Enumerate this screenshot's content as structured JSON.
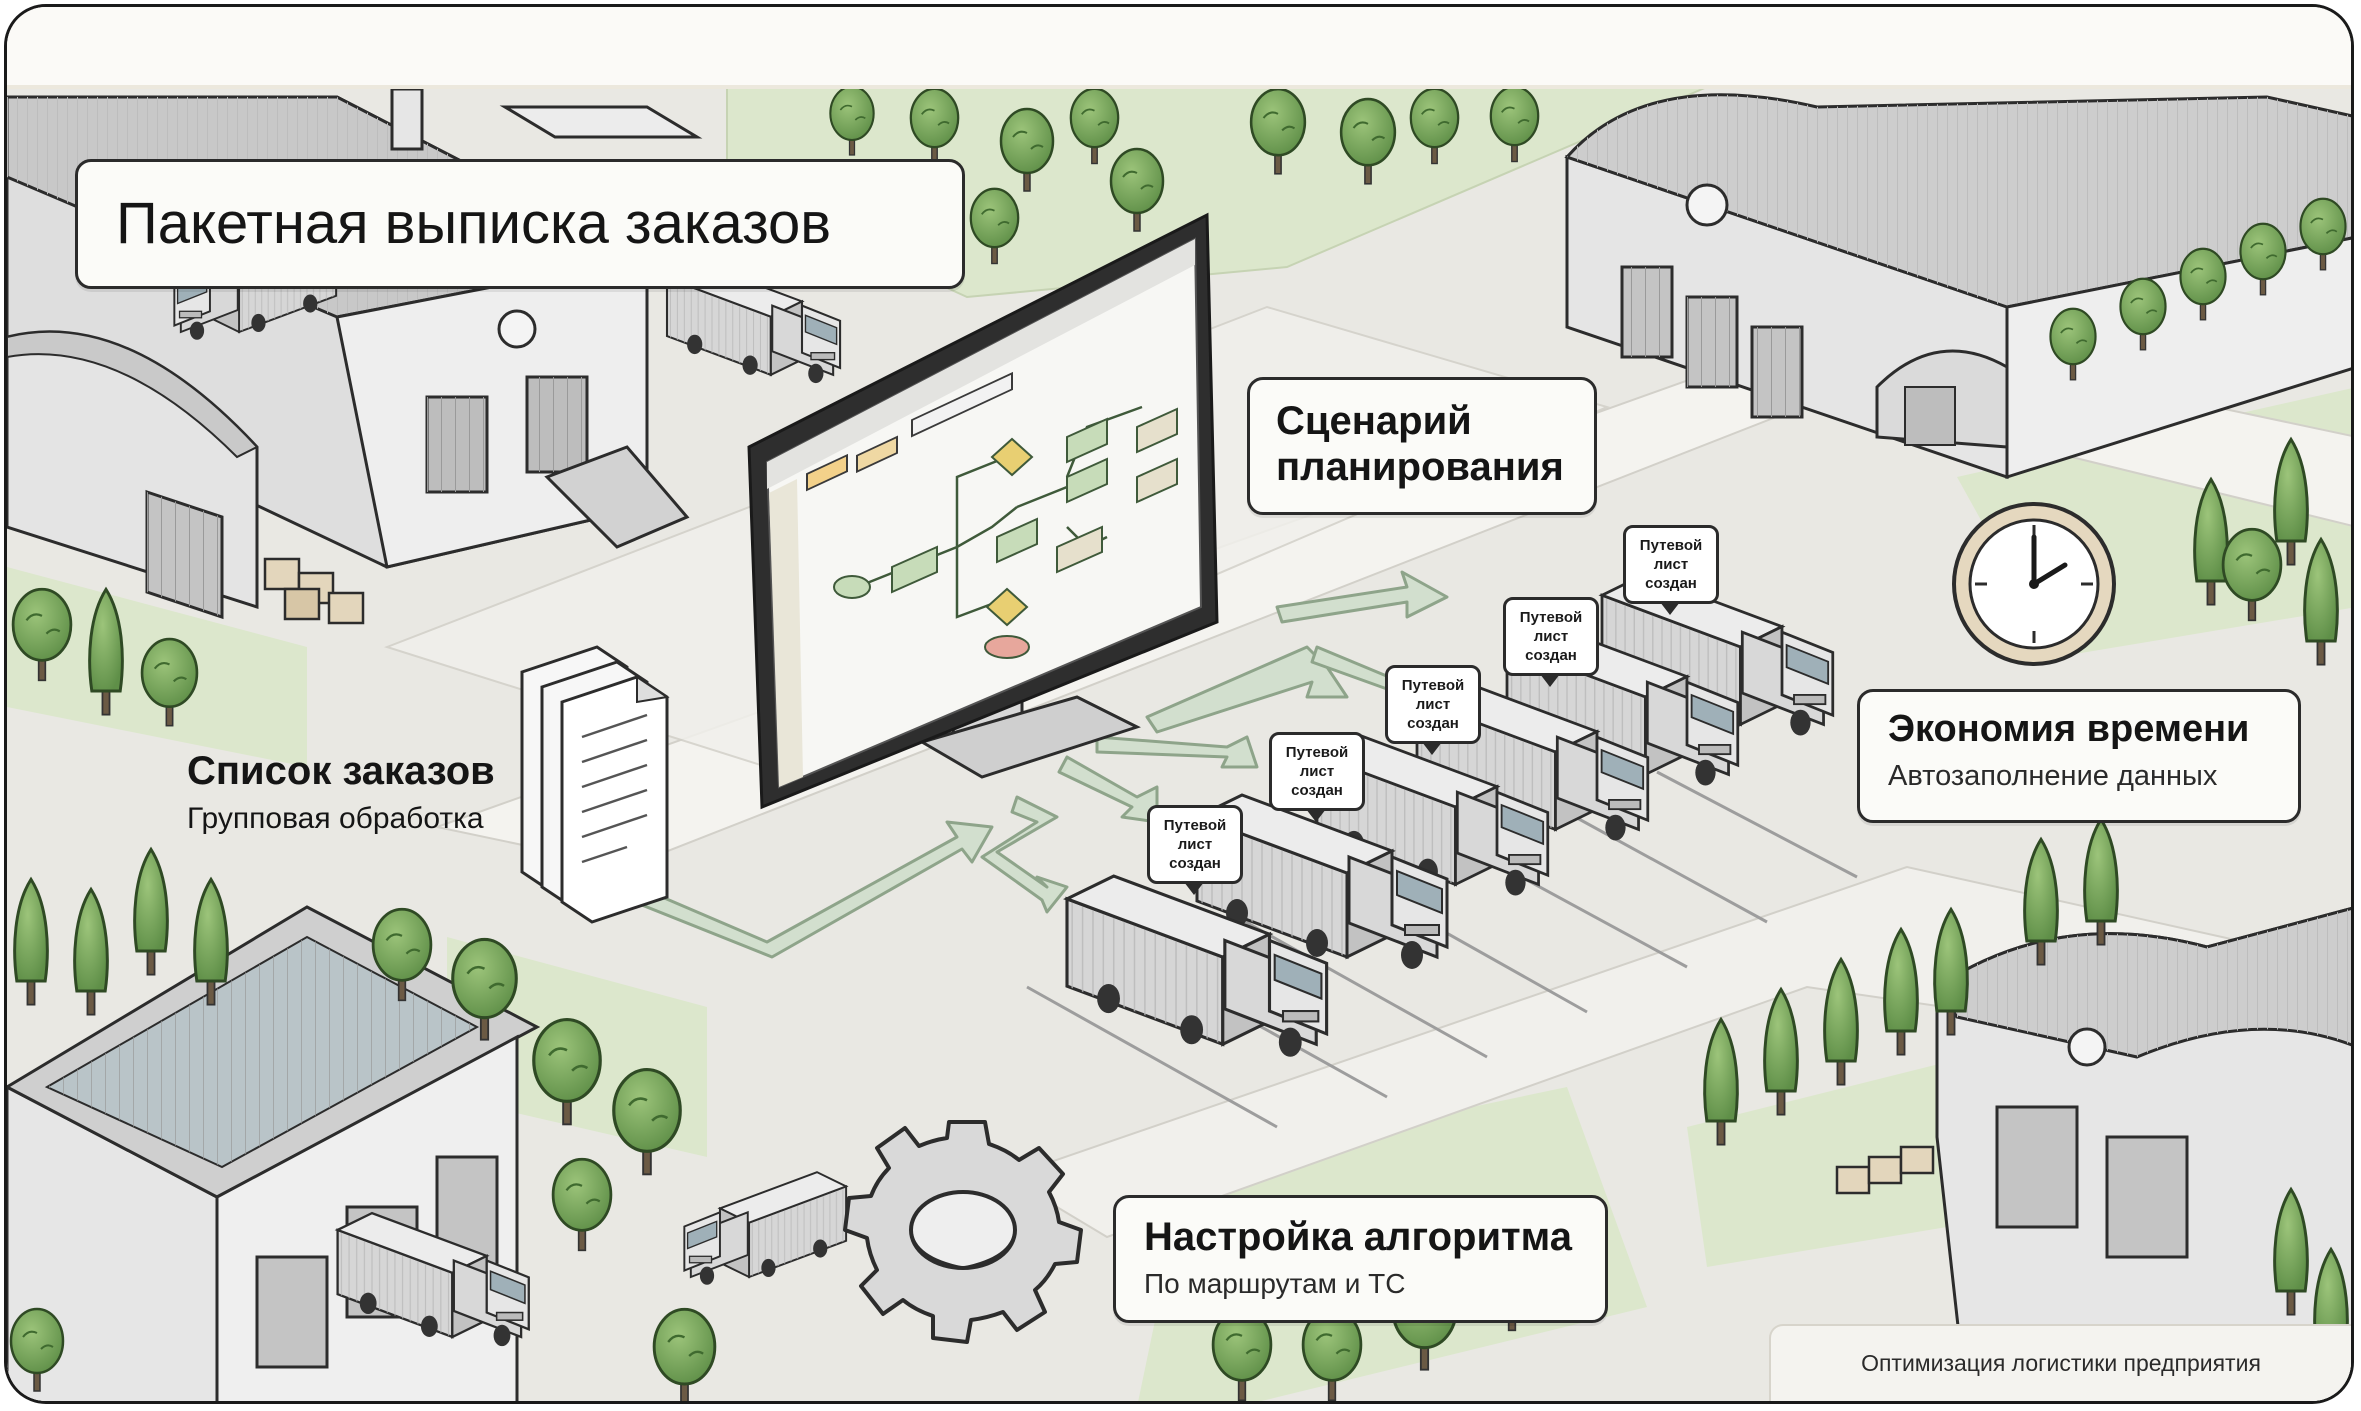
{
  "title": "Пакетная выписка заказов",
  "callouts": {
    "planning_scenario": "Сценарий планирования",
    "order_list": {
      "heading": "Список заказов",
      "subtitle": "Групповая обработка"
    },
    "time_saving": {
      "heading": "Экономия времени",
      "subtitle": "Автозаполнение данных"
    },
    "algorithm_setup": {
      "heading": "Настройка алгоритма",
      "subtitle": "По маршрутам и ТС"
    }
  },
  "waybill_badge": [
    "Путевой",
    "лист",
    "создан"
  ],
  "footer": "Оптимизация логистики предприятия",
  "icons": [
    "clock-icon",
    "gear-icon",
    "documents-icon",
    "monitor-icon",
    "truck-icon",
    "warehouse-icon",
    "tree-icon"
  ],
  "colors": {
    "frame_border": "#1a1a1a",
    "ground": "#e9e8e3",
    "lawn": "#d9e6c9",
    "tree": "#7dab5e",
    "arrow": "#cfdccb",
    "flow_node": "#c7dcb9",
    "flow_decision": "#e8cf72",
    "flow_end": "#e7a79c"
  }
}
